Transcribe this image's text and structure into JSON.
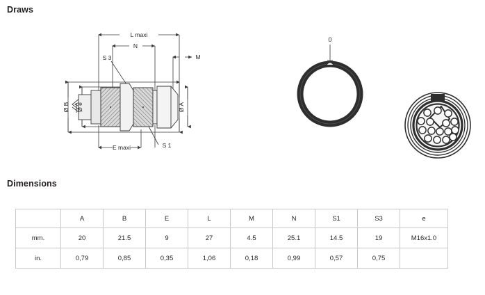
{
  "sections": {
    "draws_title": "Draws",
    "dimensions_title": "Dimensions"
  },
  "drawing": {
    "side_view": {
      "labels": {
        "l_maxi": "L maxi",
        "n": "N",
        "s3": "S 3",
        "m": "M",
        "e_maxi": "E maxi",
        "s1": "S 1",
        "dia_b": "ø B",
        "dia_e": "ø e",
        "dia_a": "ø A"
      }
    },
    "ring_view": {
      "label": "0"
    },
    "face_view": {
      "pin_count": 16
    }
  },
  "table": {
    "headers": [
      "",
      "A",
      "B",
      "E",
      "L",
      "M",
      "N",
      "S1",
      "S3",
      "e"
    ],
    "rows": [
      {
        "unit": "mm.",
        "values": [
          "20",
          "21.5",
          "9",
          "27",
          "4.5",
          "25.1",
          "14.5",
          "19",
          "M16x1.0"
        ]
      },
      {
        "unit": "in.",
        "values": [
          "0,79",
          "0,85",
          "0,35",
          "1,06",
          "0,18",
          "0,99",
          "0,57",
          "0,75",
          ""
        ]
      }
    ]
  },
  "colors": {
    "text": "#231f20",
    "table_border": "#c8c8c8",
    "line": "#3a3a3a",
    "hatch": "#888888"
  }
}
